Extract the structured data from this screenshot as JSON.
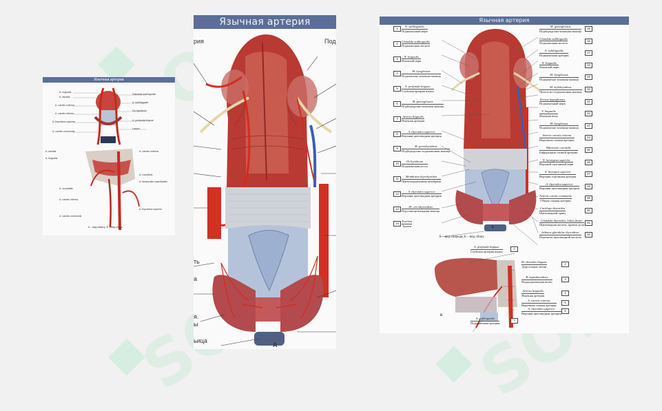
{
  "watermark": "SOF",
  "left_slide": {
    "title": "Язычная артерия",
    "labels_left": [
      "A. lingualis",
      "A. facialis",
      "A. carotis externa",
      "A. carotis interna",
      "A. thyroidea superior",
      "A. carotis communis"
    ],
    "labels_right": [
      "Glandula sublingualis",
      "A. sublingualis",
      "Os hyoideum",
      "A. profunda linguae",
      "Larynx"
    ],
    "lower_left": [
      "A. facialis",
      "A. lingualis",
      "A. carotis externa",
      "A. maxillaris",
      "A. temporalis superficialis",
      "A. occipitalis",
      "A. carotis interna",
      "A. thyroidea superior",
      "A. carotis communis"
    ],
    "caption": "А – вид сверху; Б – вид сбоку"
  },
  "center_slide": {
    "title": "Язычная артерия",
    "edge_left": [
      "рия",
      "ть",
      "а",
      "я.",
      "ы",
      "ьица"
    ],
    "edge_right": [
      "Под"
    ],
    "letter": "А"
  },
  "right_slide": {
    "title": "Язычная артерия",
    "left_labels": [
      {
        "n": "1",
        "lat": "N. sublingualis",
        "ru": "Подъязычный нерв"
      },
      {
        "n": "2",
        "lat": "Glandula sublingualis",
        "ru": "Подъязычная железа"
      },
      {
        "n": "3",
        "lat": "N. lingualis",
        "ru": "Язычный нерв"
      },
      {
        "n": "4",
        "lat": "M. hyoglossus",
        "ru": "Подъязычно-язычная мышца"
      },
      {
        "n": "5",
        "lat": "A. profunda linguae",
        "ru": "Глубокая артерия языка"
      },
      {
        "n": "6",
        "lat": "M. genioglossus",
        "ru": "Подбородочно-язычная мышца"
      },
      {
        "n": "7",
        "lat": "Arteria lingualis",
        "ru": "Язычная артерия"
      },
      {
        "n": "8",
        "lat": "A. thyroidea superior",
        "ru": "Верхняя щитовидная артерия"
      },
      {
        "n": "9",
        "lat": "M. geniohyoideus",
        "ru": "Подбородочно-подъязычная мышца"
      },
      {
        "n": "10",
        "lat": "Os hyoideum",
        "ru": "Подъязычная кость"
      },
      {
        "n": "11",
        "lat": "Membrana thyrohyoidea",
        "ru": "Щитоподъязычная мембрана"
      },
      {
        "n": "12",
        "lat": "A. thyroidea superior",
        "ru": "Верхняя щитовидная артерия"
      },
      {
        "n": "13",
        "lat": "M. cricothyroideus",
        "ru": "Перстнещитовидная мышца"
      },
      {
        "n": "14",
        "lat": "Trachea",
        "ru": "Трахея"
      }
    ],
    "right_labels": [
      {
        "n": "15",
        "lat": "M. genioglossus",
        "ru": "Подбородочно-язычная мышца"
      },
      {
        "n": "16",
        "lat": "Glandula sublingualis",
        "ru": "Подъязычная железа"
      },
      {
        "n": "17",
        "lat": "A. sublingualis",
        "ru": "Подъязычная артерия"
      },
      {
        "n": "18",
        "lat": "N. lingualis",
        "ru": "Язычный нерв"
      },
      {
        "n": "19",
        "lat": "M. hyoglossus",
        "ru": "Подъязычно-язычная мышца"
      },
      {
        "n": "20",
        "lat": "M. mylohyoideus",
        "ru": "Челюстно-подъязычная мышца"
      },
      {
        "n": "21",
        "lat": "Nervus hypoglossus",
        "ru": "Подъязычный нерв"
      },
      {
        "n": "22",
        "lat": "V. lingualis",
        "ru": "Язычная вена"
      },
      {
        "n": "23",
        "lat": "M. hyoglossus",
        "ru": "Подъязычно-язычная мышца"
      },
      {
        "n": "24",
        "lat": "Arteria carotis externa",
        "ru": "Наружная сонная артерия"
      },
      {
        "n": "25",
        "lat": "Bifurcatio carotidis",
        "ru": "Бифуркация сонной артерии"
      },
      {
        "n": "26",
        "lat": "N. laryngeus superior",
        "ru": "Верхний гортанный нерв"
      },
      {
        "n": "27",
        "lat": "A. laryngea superior",
        "ru": "Верхняя гортанная артерия"
      },
      {
        "n": "28",
        "lat": "A. thyroidea superior",
        "ru": "Верхняя щитовидная артерия"
      },
      {
        "n": "29",
        "lat": "Arteria carotis communis",
        "ru": "Общая сонная артерия"
      },
      {
        "n": "30",
        "lat": "Cartilago thyroidea",
        "ru": "Щитовидный хрящ"
      },
      {
        "n": "31",
        "lat": "Glandula thyroidea, lobus dexter",
        "ru": "Щитовидная железа, правая доля"
      },
      {
        "n": "32",
        "lat": "Isthmus glandulae thyroideae",
        "ru": "Перешеек щитовидной железы"
      }
    ],
    "letter_a": "А",
    "caption": "А – вид спереди, Б – вид сбоку",
    "b_labels": [
      {
        "n": "1",
        "lat": "A. profunda linguae",
        "ru": "Глубокая артерия языка"
      },
      {
        "n": "2",
        "lat": "Rr. dorsales linguae",
        "ru": "Дорсальные ветви"
      },
      {
        "n": "3",
        "lat": "R. suprahyoideus",
        "ru": "Надподъязычная ветвь"
      },
      {
        "n": "4",
        "lat": "Arteria lingualis",
        "ru": "Язычная артерия"
      },
      {
        "n": "5",
        "lat": "A. carotis externa",
        "ru": "Наружная сонная артерия"
      },
      {
        "n": "6",
        "lat": "A. thyroidea superior",
        "ru": "Верхняя щитовидная артерия"
      },
      {
        "n": "7",
        "lat": "A. sublingualis",
        "ru": "Подъязычная артерия"
      }
    ],
    "letter_b": "Б"
  }
}
